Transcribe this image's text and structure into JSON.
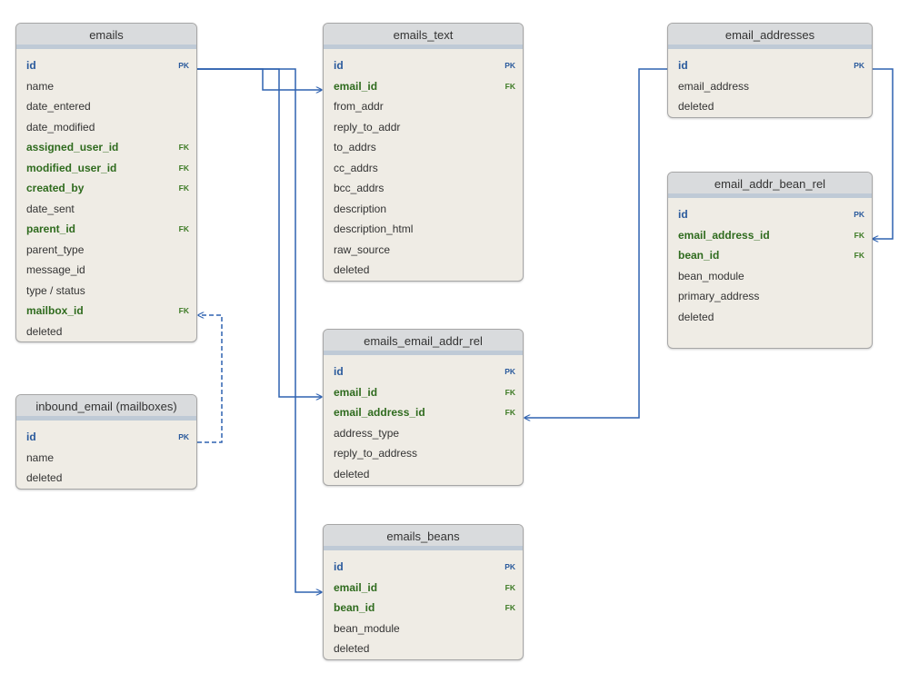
{
  "tables": {
    "emails": {
      "title": "emails",
      "rows": [
        {
          "name": "id",
          "key": "PK"
        },
        {
          "name": "name",
          "key": ""
        },
        {
          "name": "date_entered",
          "key": ""
        },
        {
          "name": "date_modified",
          "key": ""
        },
        {
          "name": "assigned_user_id",
          "key": "FK"
        },
        {
          "name": "modified_user_id",
          "key": "FK"
        },
        {
          "name": "created_by",
          "key": "FK"
        },
        {
          "name": "date_sent",
          "key": ""
        },
        {
          "name": "parent_id",
          "key": "FK"
        },
        {
          "name": "parent_type",
          "key": ""
        },
        {
          "name": "message_id",
          "key": ""
        },
        {
          "name": "type / status",
          "key": ""
        },
        {
          "name": "mailbox_id",
          "key": "FK"
        },
        {
          "name": "deleted",
          "key": ""
        }
      ]
    },
    "inbound_email": {
      "title": "inbound_email (mailboxes)",
      "rows": [
        {
          "name": "id",
          "key": "PK"
        },
        {
          "name": "name",
          "key": ""
        },
        {
          "name": "deleted",
          "key": ""
        }
      ]
    },
    "emails_text": {
      "title": "emails_text",
      "rows": [
        {
          "name": "id",
          "key": "PK"
        },
        {
          "name": "email_id",
          "key": "FK"
        },
        {
          "name": "from_addr",
          "key": ""
        },
        {
          "name": "reply_to_addr",
          "key": ""
        },
        {
          "name": "to_addrs",
          "key": ""
        },
        {
          "name": "cc_addrs",
          "key": ""
        },
        {
          "name": "bcc_addrs",
          "key": ""
        },
        {
          "name": "description",
          "key": ""
        },
        {
          "name": "description_html",
          "key": ""
        },
        {
          "name": "raw_source",
          "key": ""
        },
        {
          "name": "deleted",
          "key": ""
        }
      ]
    },
    "emails_email_addr_rel": {
      "title": "emails_email_addr_rel",
      "rows": [
        {
          "name": "id",
          "key": "PK"
        },
        {
          "name": "email_id",
          "key": "FK"
        },
        {
          "name": "email_address_id",
          "key": "FK"
        },
        {
          "name": "address_type",
          "key": ""
        },
        {
          "name": "reply_to_address",
          "key": ""
        },
        {
          "name": "deleted",
          "key": ""
        }
      ]
    },
    "emails_beans": {
      "title": "emails_beans",
      "rows": [
        {
          "name": "id",
          "key": "PK"
        },
        {
          "name": "email_id",
          "key": "FK"
        },
        {
          "name": "bean_id",
          "key": "FK"
        },
        {
          "name": "bean_module",
          "key": ""
        },
        {
          "name": "deleted",
          "key": ""
        }
      ]
    },
    "email_addresses": {
      "title": "email_addresses",
      "rows": [
        {
          "name": "id",
          "key": "PK"
        },
        {
          "name": "email_address",
          "key": ""
        },
        {
          "name": "deleted",
          "key": ""
        }
      ]
    },
    "email_addr_bean_rel": {
      "title": "email_addr_bean_rel",
      "rows": [
        {
          "name": "id",
          "key": "PK"
        },
        {
          "name": "email_address_id",
          "key": "FK"
        },
        {
          "name": "bean_id",
          "key": "FK"
        },
        {
          "name": "bean_module",
          "key": ""
        },
        {
          "name": "primary_address",
          "key": ""
        },
        {
          "name": "deleted",
          "key": ""
        }
      ]
    }
  },
  "relationships": [
    {
      "from": "emails.id",
      "to": "emails_text.email_id",
      "style": "solid"
    },
    {
      "from": "emails.id",
      "to": "emails_email_addr_rel.email_id",
      "style": "solid"
    },
    {
      "from": "emails.id",
      "to": "emails_beans.email_id",
      "style": "solid"
    },
    {
      "from": "email_addresses.id",
      "to": "emails_email_addr_rel.email_address_id",
      "style": "solid"
    },
    {
      "from": "email_addresses.id",
      "to": "email_addr_bean_rel.email_address_id",
      "style": "solid"
    },
    {
      "from": "inbound_email.id",
      "to": "emails.mailbox_id",
      "style": "dashed"
    }
  ],
  "colors": {
    "pk": "#2a5a9c",
    "fk": "#2f6b1e",
    "line": "#2f62b0",
    "header": "#d9dbdd",
    "body": "#efece5"
  }
}
